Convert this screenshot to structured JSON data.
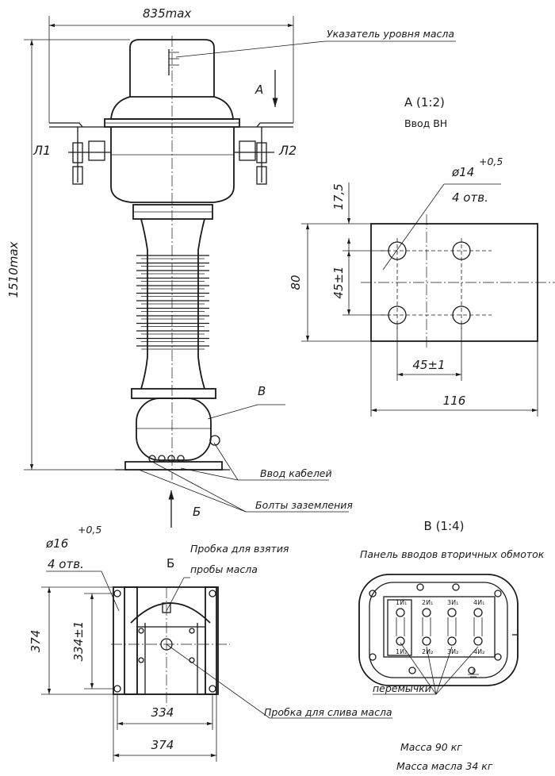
{
  "dimensions": {
    "overall_width": "835max",
    "overall_height": "1510max",
    "hole_top_pitch": "17,5",
    "panel_height": "80",
    "hole_vertical_pitch": "45±1",
    "hole_horizontal_pitch": "45±1",
    "panel_width": "116",
    "hole_hv_dia": "ø14",
    "hole_hv_tol": "+0,5",
    "hole_hv_count": "4 отв.",
    "base_hole_dia": "ø16",
    "base_hole_tol": "+0,5",
    "base_hole_count": "4 отв.",
    "base_outer_height": "374",
    "base_inner_height": "334±1",
    "base_inner_width": "334",
    "base_outer_width": "374"
  },
  "labels": {
    "oil_level_indicator": "Указатель уровня масла",
    "terminal_l1": "Л1",
    "terminal_l2": "Л2",
    "view_a_arrow": "А",
    "view_a_title": "А (1:2)",
    "view_a_subtitle": "Ввод ВН",
    "view_b_marker": "В",
    "cable_entry": "Ввод кабелей",
    "earthing_bolts": "Болты заземления",
    "view_bottom_arrow": "Б",
    "view_bottom_title": "Б",
    "sampling_plug_line1": "Пробка для взятия",
    "sampling_plug_line2": "пробы масла",
    "view_v_title": "В (1:4)",
    "secondary_panel": "Панель вводов вторичных обмоток",
    "jumpers": "перемычки",
    "drain_plug": "Пробка для слива масла",
    "mass": "Масса 90 кг",
    "oil_mass": "Масса масла 34 кг"
  },
  "terminal_marks": {
    "row_top": [
      "1И₁",
      "2И₁",
      "3И₁",
      "4И₁"
    ],
    "row_bottom": [
      "1И₂",
      "2И₂",
      "3И₂",
      "4И₂"
    ]
  }
}
